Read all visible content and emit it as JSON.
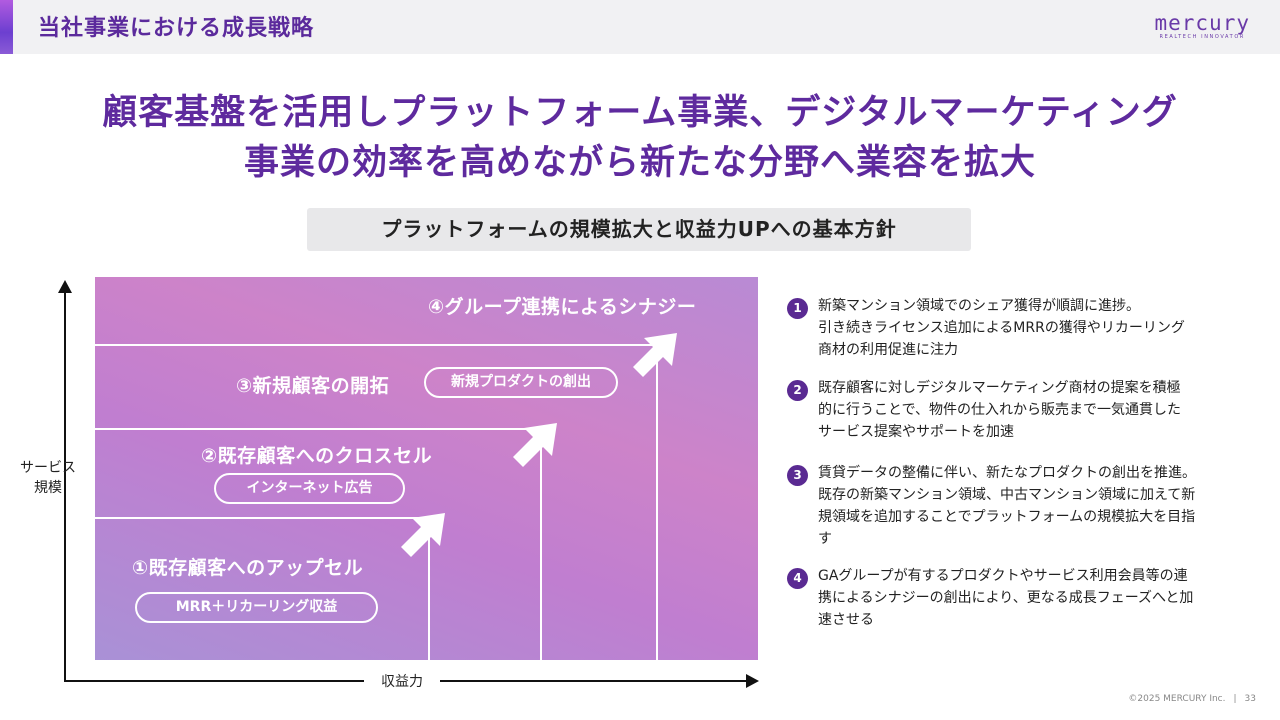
{
  "header": {
    "title": "当社事業における成長戦略",
    "logo_main": "mercury",
    "logo_sub": "REALTECH INNOVATOR"
  },
  "headline": {
    "line1": "顧客基盤を活用しプラットフォーム事業、デジタルマーケティング",
    "line2": "事業の効率を高めながら新たな分野へ業容を拡大"
  },
  "subtitle": "プラットフォームの規模拡大と収益力UPへの基本方針",
  "chart": {
    "y_label_1": "サービス",
    "y_label_2": "規模",
    "x_label": "収益力",
    "stages": [
      {
        "label": "①既存顧客へのアップセル",
        "tag": "MRR＋リカーリング収益"
      },
      {
        "label": "②既存顧客へのクロスセル",
        "tag": "インターネット広告"
      },
      {
        "label": "③新規顧客の開拓",
        "tag": "新規プロダクトの創出"
      },
      {
        "label": "④グループ連携によるシナジー"
      }
    ]
  },
  "points": [
    {
      "num": "1",
      "text": "新築マンション領域でのシェア獲得が順調に進捗。\n引き続きライセンス追加によるMRRの獲得やリカーリング\n商材の利用促進に注力"
    },
    {
      "num": "2",
      "text": "既存顧客に対しデジタルマーケティング商材の提案を積極\n的に行うことで、物件の仕入れから販売まで一気通貫した\nサービス提案やサポートを加速"
    },
    {
      "num": "3",
      "text": "賃貸データの整備に伴い、新たなプロダクトの創出を推進。\n既存の新築マンション領域、中古マンション領域に加えて新\n規領域を追加することでプラットフォームの規模拡大を目指\nす"
    },
    {
      "num": "4",
      "text": "GAグループが有するプロダクトやサービス利用会員等の連\n携によるシナジーの創出により、更なる成長フェーズへと加\n速させる"
    }
  ],
  "footer": {
    "copyright": "©2025 MERCURY Inc.",
    "separator": "|",
    "page": "33"
  }
}
